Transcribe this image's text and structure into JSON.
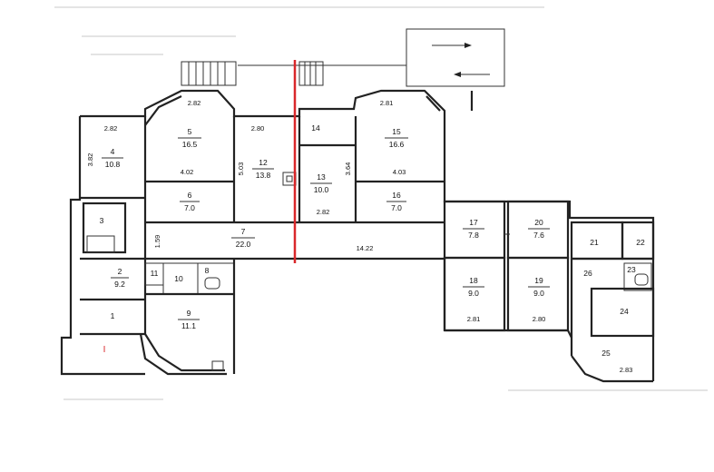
{
  "accent_color": "#d9272a",
  "rooms": [
    {
      "num": "1",
      "area": ""
    },
    {
      "num": "2",
      "area": "9.2"
    },
    {
      "num": "3",
      "area": ""
    },
    {
      "num": "4",
      "area": "10.8"
    },
    {
      "num": "5",
      "area": "16.5"
    },
    {
      "num": "6",
      "area": "7.0"
    },
    {
      "num": "7",
      "area": "22.0"
    },
    {
      "num": "8",
      "area": ""
    },
    {
      "num": "9",
      "area": "11.1"
    },
    {
      "num": "10",
      "area": ""
    },
    {
      "num": "11",
      "area": ""
    },
    {
      "num": "12",
      "area": "13.8"
    },
    {
      "num": "13",
      "area": "10.0"
    },
    {
      "num": "14",
      "area": ""
    },
    {
      "num": "15",
      "area": "16.6"
    },
    {
      "num": "16",
      "area": "7.0"
    },
    {
      "num": "17",
      "area": "7.8"
    },
    {
      "num": "18",
      "area": "9.0"
    },
    {
      "num": "19",
      "area": "9.0"
    },
    {
      "num": "20",
      "area": "7.6"
    },
    {
      "num": "21",
      "area": ""
    },
    {
      "num": "22",
      "area": ""
    },
    {
      "num": "23",
      "area": ""
    },
    {
      "num": "24",
      "area": ""
    },
    {
      "num": "25",
      "area": ""
    },
    {
      "num": "26",
      "area": ""
    }
  ],
  "dimensions": [
    "2.82",
    "2.82",
    "3.82",
    "4.02",
    "2.80",
    "5.03",
    "3.64",
    "2.81",
    "4.03",
    "2.82",
    "1.59",
    "14.22",
    "2.81",
    "2.80",
    "2.83"
  ],
  "marker": "I"
}
